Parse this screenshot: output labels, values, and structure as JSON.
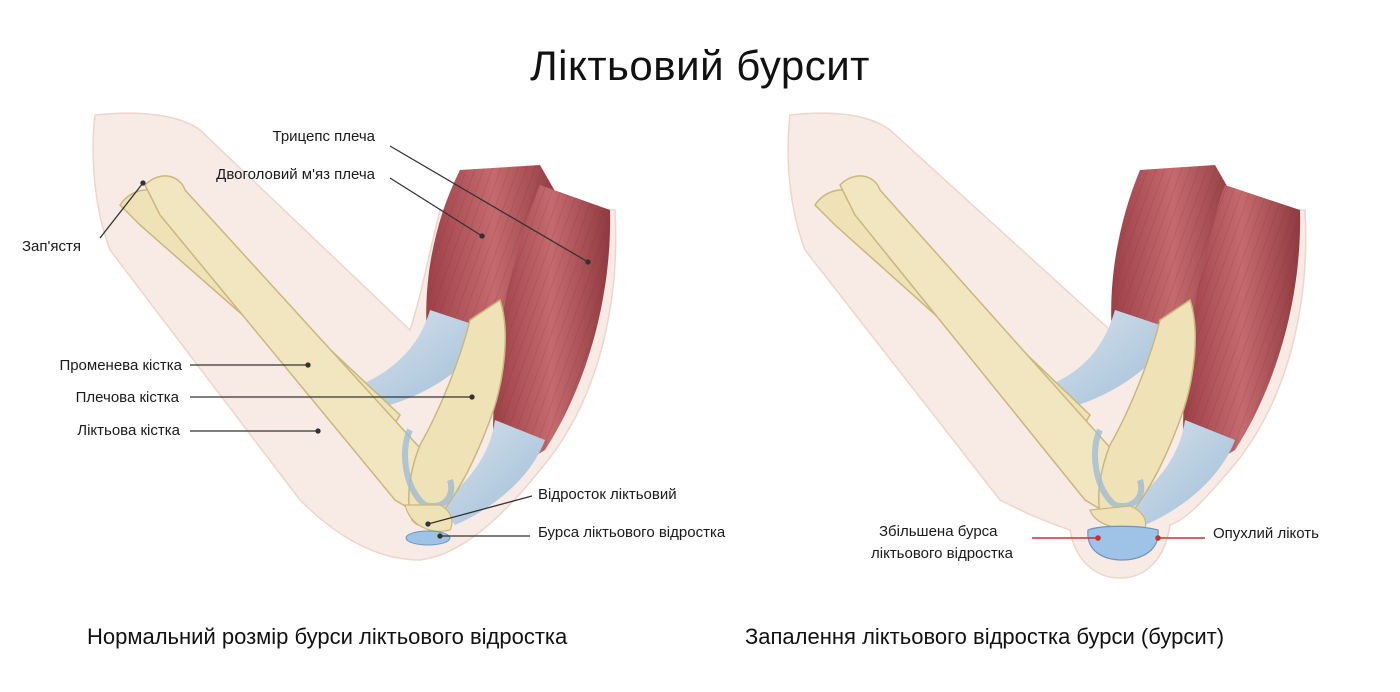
{
  "title": "Ліктьовий бурсит",
  "left_panel": {
    "labels": {
      "triceps": "Трицепс плеча",
      "biceps": "Двоголовий м'яз плеча",
      "wrist": "Зап'ястя",
      "radius": "Променева кістка",
      "humerus": "Плечова кістка",
      "ulna": "Ліктьова кістка",
      "olecranon": "Відросток ліктьовий",
      "bursa": "Бурса ліктьового відростка"
    },
    "caption": "Нормальний розмір бурси ліктьового відростка"
  },
  "right_panel": {
    "labels": {
      "enlarged_bursa_line1": "Збільшена бурса",
      "enlarged_bursa_line2": "ліктьового відростка",
      "swollen_elbow": "Опухлий лікоть"
    },
    "caption": "Запалення ліктьового відростка бурси (бурсит)"
  },
  "colors": {
    "bone": "#efe2b6",
    "bone_edge": "#c9b77e",
    "muscle": "#b5545a",
    "muscle_dark": "#8f3a40",
    "tendon": "#b9cfe0",
    "skin": "#f7e4dc",
    "bursa": "#9fc3e6",
    "inflamed_pointer": "#c0392b"
  }
}
